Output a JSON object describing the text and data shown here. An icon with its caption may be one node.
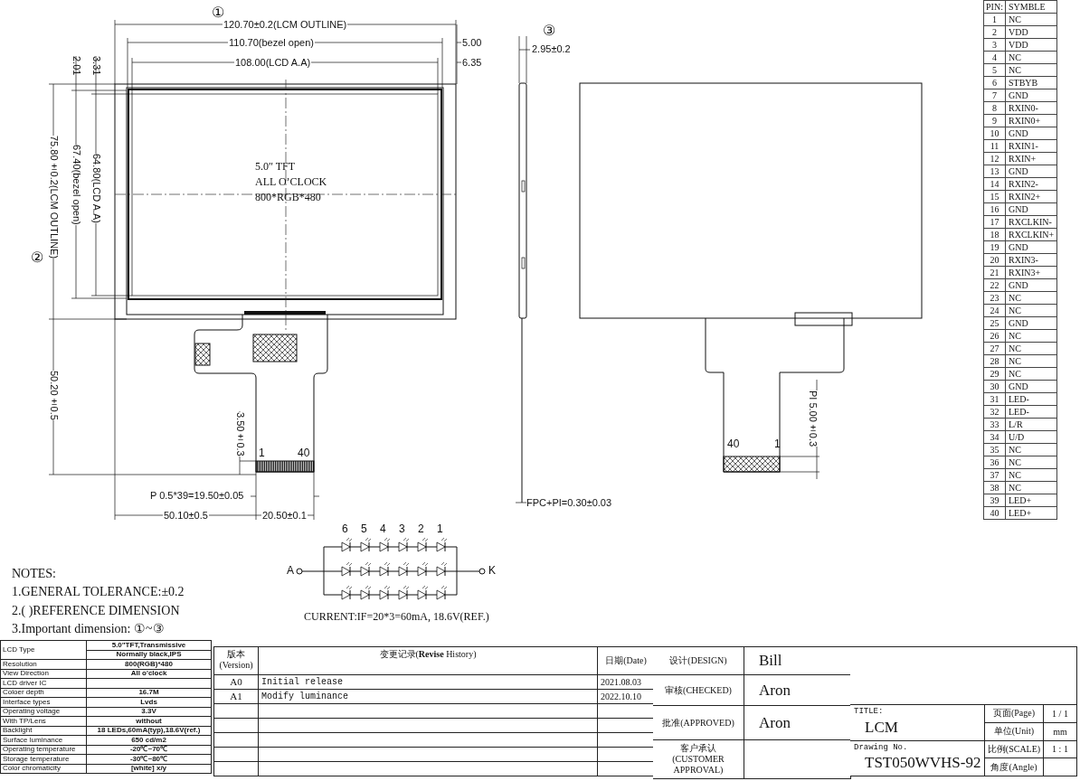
{
  "diagram": {
    "labels": [
      "①",
      "120.70±0.2(LCM OUTLINE)",
      "110.70(bezel open)",
      "5.00",
      "108.00(LCD A.A)",
      "6.35",
      "2.01",
      "3.31",
      "75.80±0.2(LCM OUTLINE)",
      "67.40(bezel open)",
      "64.80(LCD A.A)",
      "②",
      "5.0″ TFT",
      "ALL O’CLOCK",
      "800*RGB*480",
      "50.20±0.5",
      "3.50±0.3",
      "1",
      "40",
      "P 0.5*39=19.50±0.05",
      "50.10±0.5",
      "20.50±0.1",
      "③",
      "2.95±0.2",
      "FPC+PI=0.30±0.03",
      "40",
      "1",
      "PI 5.00±0.3",
      "6",
      "5",
      "4",
      "3",
      "2",
      "1",
      "A",
      "K",
      "CURRENT:IF=20*3=60mA, 18.6V(REF.)",
      "NOTES:",
      "1.GENERAL TOLERANCE:±0.2",
      "2.( )REFERENCE DIMENSION",
      "3.Important dimension: ①~③",
      "PIN:",
      "SYMBLE",
      "1",
      "NC",
      "2",
      "VDD",
      "3",
      "VDD",
      "4",
      "NC",
      "5",
      "NC",
      "6",
      "STBYB",
      "7",
      "GND",
      "8",
      "RXIN0-",
      "9",
      "RXIN0+",
      "10",
      "GND",
      "11",
      "RXIN1-",
      "12",
      "RXIN+",
      "13",
      "GND",
      "14",
      "RXIN2-",
      "15",
      "RXIN2+",
      "16",
      "GND",
      "17",
      "RXCLKIN-",
      "18",
      "RXCLKIN+",
      "19",
      "GND",
      "20",
      "RXIN3-",
      "21",
      "RXIN3+",
      "22",
      "GND",
      "23",
      "NC",
      "24",
      "NC",
      "25",
      "GND",
      "26",
      "NC",
      "27",
      "NC",
      "28",
      "NC",
      "29",
      "NC",
      "30",
      "GND",
      "31",
      "LED-",
      "32",
      "LED-",
      "33",
      "L/R",
      "34",
      "U/D",
      "35",
      "NC",
      "36",
      "NC",
      "37",
      "NC",
      "38",
      "NC",
      "39",
      "LED+",
      "40",
      "LED+",
      "LCD Type",
      "5.0\"TFT,Transmissive",
      "Normally black,IPS",
      "Resolution",
      "800(RGB)*480",
      "View Direction",
      "All o'clock",
      "LCD driver IC",
      "Coloer depth",
      "16.7M",
      "Interface types",
      "Lvds",
      "Operating voltage",
      "3.3V",
      "With TP/Lens",
      "without",
      "Backlight",
      "18 LEDs,60mA(typ),18.6V(ref.)",
      "Surface luminance",
      "650 cd/m2",
      "Operating temperature",
      "-20℃~70℃",
      "Storage temperature",
      "-30℃~80℃",
      "Color chromaticity",
      "[white] x/y",
      "版本 (Version)",
      "变更记录(**Revise** History)",
      "日期(Date)",
      "A0",
      "Initial release",
      "2021.08.03",
      "A1",
      "Modify luminance",
      "2022.10.10",
      "设计(DESIGN)",
      "Bill",
      "审核(CHECKED)",
      "Aron",
      "批准(APPROVED)",
      "Aron",
      "客户承认 (CUSTOMER APPROVAL)",
      "TITLE:",
      "LCM",
      "Drawing No.",
      "TST050WVHS-92",
      "页面(Page)",
      "1 / 1",
      "单位(Unit)",
      "mm",
      "比例(SCALE)",
      "1 : 1",
      "角度(Angle)"
    ]
  }
}
